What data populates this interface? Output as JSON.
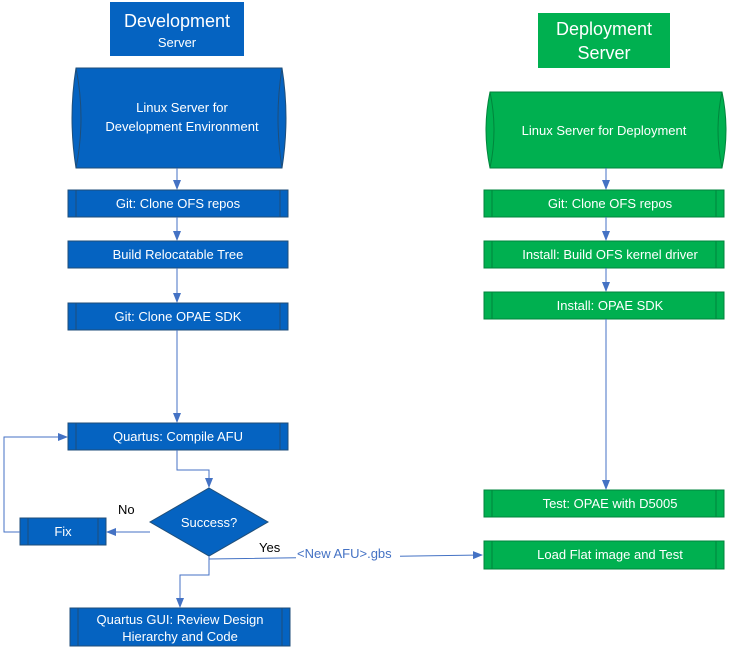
{
  "colors": {
    "blue": "#0563C1",
    "blue_stroke": "#1F4E79",
    "green": "#00B050",
    "green_stroke": "#00853C",
    "arrow": "#4472C4",
    "text_on_fill": "#FFFFFF",
    "label_text": "#000000",
    "annotation_text": "#4472C4"
  },
  "dev": {
    "header_title": "Development",
    "header_subtitle": "Server",
    "server_line1": "Linux Server for",
    "server_line2": "Development Environment",
    "step_clone_ofs": "Git: Clone OFS repos",
    "step_build_tree": "Build Relocatable Tree",
    "step_clone_opae": "Git: Clone OPAE SDK",
    "step_compile": "Quartus: Compile AFU",
    "decision": "Success?",
    "fix": "Fix",
    "no_label": "No",
    "yes_label": "Yes",
    "review_line1": "Quartus GUI: Review Design",
    "review_line2": "Hierarchy and Code"
  },
  "deploy": {
    "header_line1": "Deployment",
    "header_line2": "Server",
    "server": "Linux Server for Deployment",
    "step_clone_ofs": "Git: Clone OFS repos",
    "step_install_driver": "Install: Build OFS kernel driver",
    "step_install_opae": "Install: OPAE SDK",
    "step_test": "Test: OPAE with D5005",
    "step_load": "Load Flat image and Test"
  },
  "connector_label": "<New AFU>.gbs"
}
